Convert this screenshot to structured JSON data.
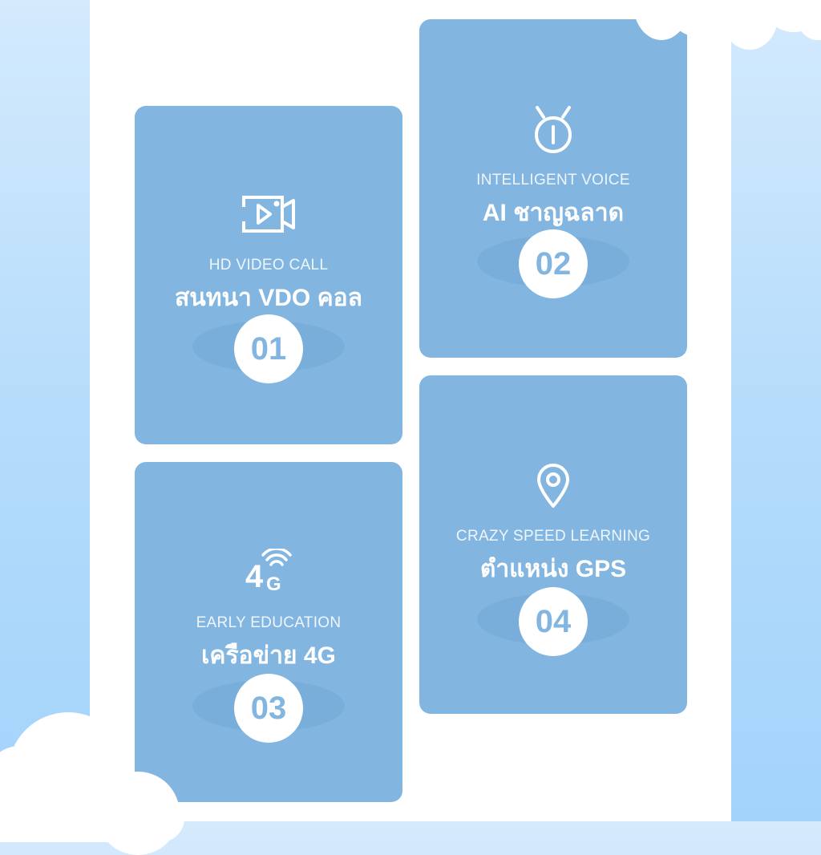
{
  "cards": [
    {
      "icon": "video-camera-icon",
      "en": "HD VIDEO CALL",
      "th": "สนทนา VDO คอล",
      "num": "01"
    },
    {
      "icon": "robot-head-icon",
      "en": "INTELLIGENT VOICE",
      "th": "AI ชาญฉลาด",
      "num": "02"
    },
    {
      "icon": "4g-signal-icon",
      "en": "EARLY EDUCATION",
      "th": "เครือข่าย 4G",
      "num": "03"
    },
    {
      "icon": "location-pin-icon",
      "en": "CRAZY SPEED LEARNING",
      "th": "ตำแหน่ง GPS",
      "num": "04"
    }
  ],
  "colors": {
    "card": "#82b6e0",
    "badge": "#ffffff",
    "background_top": "#d4eafd",
    "background_bottom": "#a3d3fb"
  }
}
